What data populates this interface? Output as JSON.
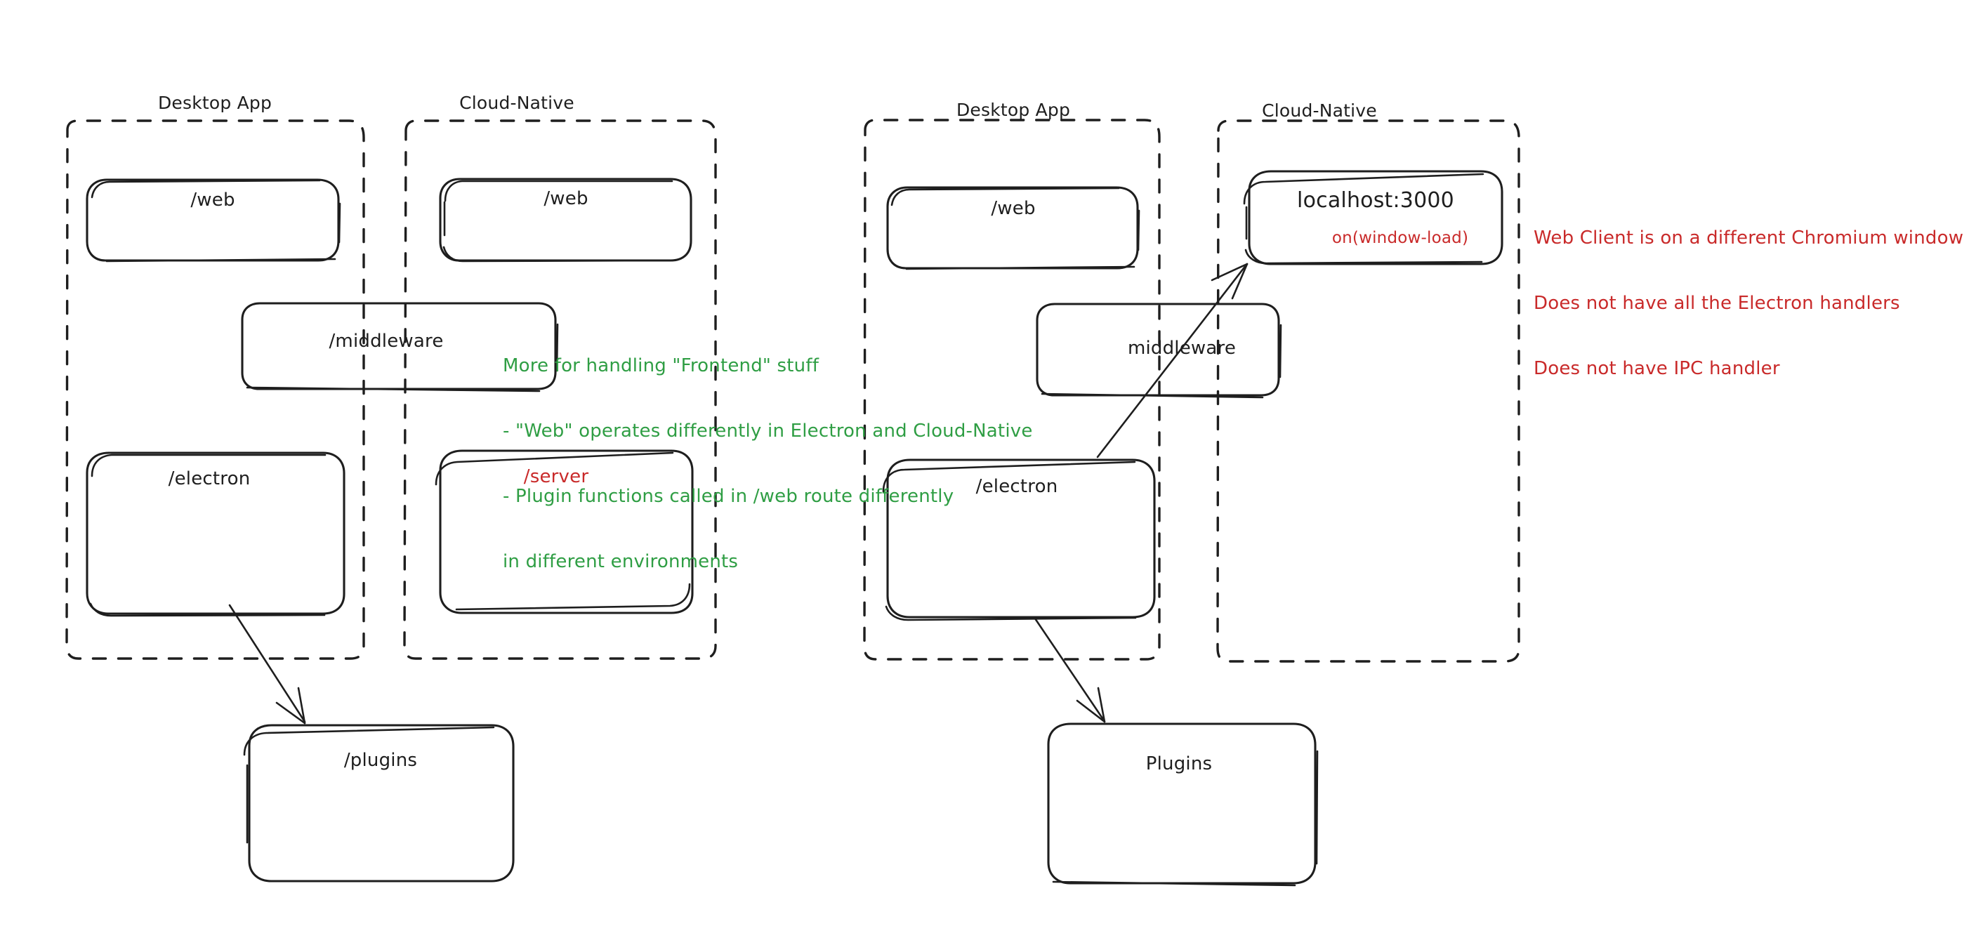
{
  "page": {
    "title": "Electron vs Cloud-Native architecture sketch",
    "background": "#ffffff",
    "ink": "#1e1e1e",
    "accent_green": "#2f9e44",
    "accent_red": "#c92a2a"
  },
  "diagrams": [
    {
      "id": "left",
      "name": "current-architecture",
      "groups": [
        {
          "id": "left-desktop",
          "label": "Desktop App"
        },
        {
          "id": "left-cloud",
          "label": "Cloud-Native"
        }
      ],
      "boxes": [
        {
          "id": "left-web-desktop",
          "label": "/web",
          "color": "#1e1e1e"
        },
        {
          "id": "left-web-cloud",
          "label": "/web",
          "color": "#1e1e1e"
        },
        {
          "id": "left-middleware",
          "label": "/middleware",
          "color": "#1e1e1e"
        },
        {
          "id": "left-electron",
          "label": "/electron",
          "color": "#1e1e1e"
        },
        {
          "id": "left-server",
          "label": "/server",
          "color": "#c92a2a"
        },
        {
          "id": "left-plugins",
          "label": "/plugins",
          "color": "#1e1e1e"
        }
      ],
      "arrows": [
        {
          "id": "left-electron-to-plugins",
          "from": "/electron",
          "to": "/plugins"
        }
      ]
    },
    {
      "id": "right",
      "name": "proposed-architecture",
      "groups": [
        {
          "id": "right-desktop",
          "label": "Desktop App"
        },
        {
          "id": "right-cloud",
          "label": "Cloud-Native"
        }
      ],
      "boxes": [
        {
          "id": "right-web-desktop",
          "label": "/web",
          "color": "#1e1e1e"
        },
        {
          "id": "right-localhost",
          "label": "localhost:3000",
          "sublabel": "on(window-load)",
          "color": "#1e1e1e",
          "sublabel_color": "#c92a2a"
        },
        {
          "id": "right-middleware",
          "label": "middleware",
          "color": "#1e1e1e"
        },
        {
          "id": "right-electron",
          "label": "/electron",
          "color": "#1e1e1e"
        },
        {
          "id": "right-plugins",
          "label": "Plugins",
          "color": "#1e1e1e"
        }
      ],
      "arrows": [
        {
          "id": "right-electron-to-localhost",
          "from": "/electron",
          "to": "localhost:3000"
        },
        {
          "id": "right-electron-to-plugins",
          "from": "/electron",
          "to": "Plugins"
        }
      ]
    }
  ],
  "annotations": [
    {
      "id": "green-note",
      "color": "#2f9e44",
      "lines": [
        "More for handling \"Frontend\" stuff",
        "- \"Web\" operates differently in Electron and Cloud-Native",
        "- Plugin functions called in /web route differently",
        "in different environments"
      ]
    },
    {
      "id": "red-note",
      "color": "#c92a2a",
      "lines": [
        "Web Client is on a different Chromium window",
        "Does not have all the Electron handlers",
        "Does not have IPC handler"
      ]
    }
  ]
}
